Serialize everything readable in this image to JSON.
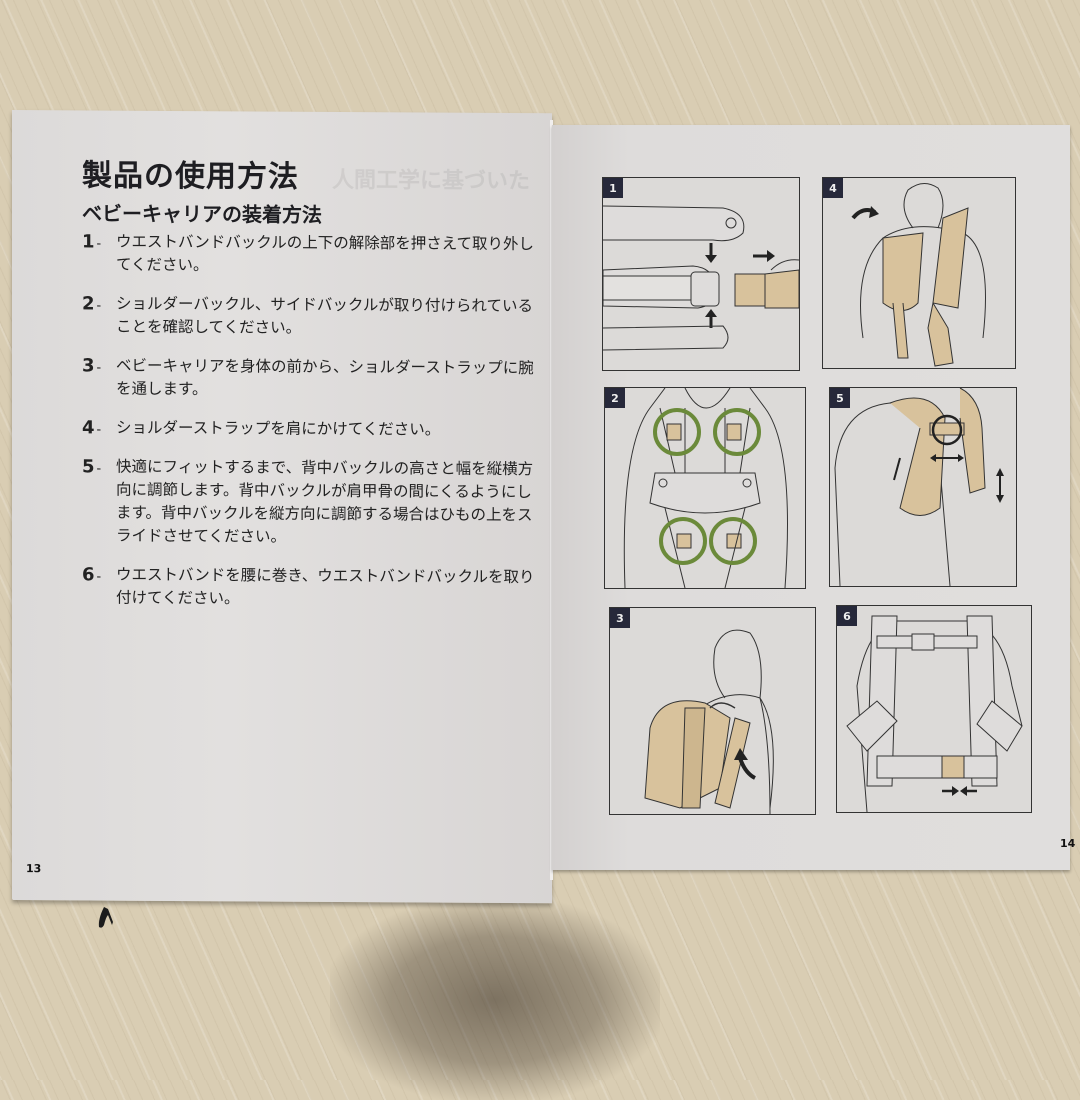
{
  "document": {
    "left_page": {
      "title": "製品の使用方法",
      "subtitle": "ベビーキャリアの装着方法",
      "steps": [
        {
          "number": "1",
          "text": "ウエストバンドバックルの上下の解除部を押さえて取り外してください。"
        },
        {
          "number": "2",
          "text": "ショルダーバックル、サイドバックルが取り付けられていることを確認してください。"
        },
        {
          "number": "3",
          "text": "ベビーキャリアを身体の前から、ショルダーストラップに腕を通します。"
        },
        {
          "number": "4",
          "text": "ショルダーストラップを肩にかけてください。"
        },
        {
          "number": "5",
          "text": "快適にフィットするまで、背中バックルの高さと幅を縦横方向に調節します。背中バックルが肩甲骨の間にくるようにします。背中バックルを縦方向に調節する場合はひもの上をスライドさせてください。"
        },
        {
          "number": "6",
          "text": "ウエストバンドを腰に巻き、ウエストバンドバックルを取り付けてください。"
        }
      ],
      "page_number": "13"
    },
    "right_page": {
      "figures": [
        {
          "label": "1",
          "caption_icon": "waist-buckle-release-illustration"
        },
        {
          "label": "2",
          "caption_icon": "buckles-check-illustration"
        },
        {
          "label": "3",
          "caption_icon": "arms-through-straps-illustration"
        },
        {
          "label": "4",
          "caption_icon": "straps-over-shoulders-illustration"
        },
        {
          "label": "5",
          "caption_icon": "back-buckle-adjust-illustration"
        },
        {
          "label": "6",
          "caption_icon": "waist-buckle-fasten-illustration"
        }
      ],
      "page_number": "14"
    },
    "colors": {
      "badge": "#26283a",
      "highlight_circle": "#6b8a3a",
      "carrier_fabric": "#d8c29c",
      "paper": "#dedcdb",
      "background": "#d9cdb3"
    }
  }
}
